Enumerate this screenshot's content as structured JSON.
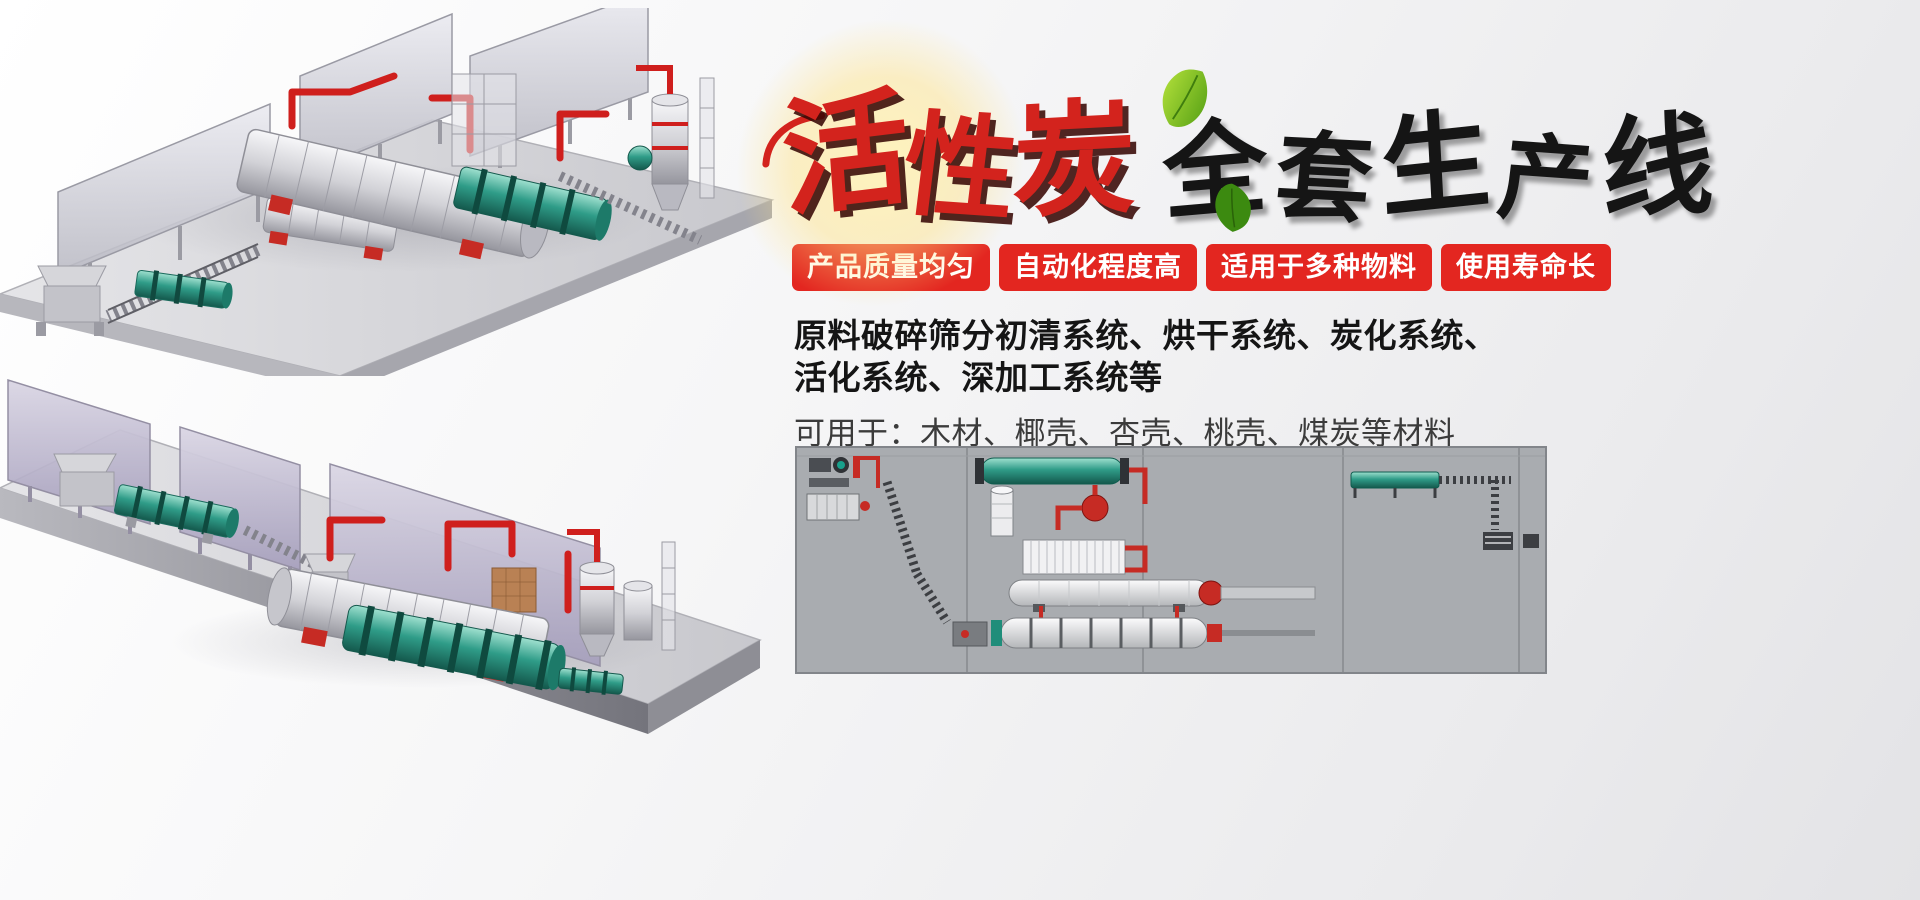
{
  "hero": {
    "title": {
      "red_part": "活性炭",
      "black_part": "全套生产线"
    },
    "badges": [
      {
        "label": "产品质量均匀"
      },
      {
        "label": "自动化程度高"
      },
      {
        "label": "适用于多种物料"
      },
      {
        "label": "使用寿命长"
      }
    ],
    "description": {
      "line1": "原料破碎筛分初清系统、烘干系统、炭化系统、",
      "line2": "活化系统、深加工系统等",
      "materials": "可用于：木材、椰壳、杏壳、桃壳、煤炭等材料"
    },
    "colors": {
      "title_red": "#d3231d",
      "title_black": "#151515",
      "badge_red": "#e32620",
      "leaf_green": "#76c41f",
      "pipe_red": "#cf1f1d",
      "machine_teal": "#2f9c88",
      "schematic_gray": "#a9acb0"
    }
  }
}
